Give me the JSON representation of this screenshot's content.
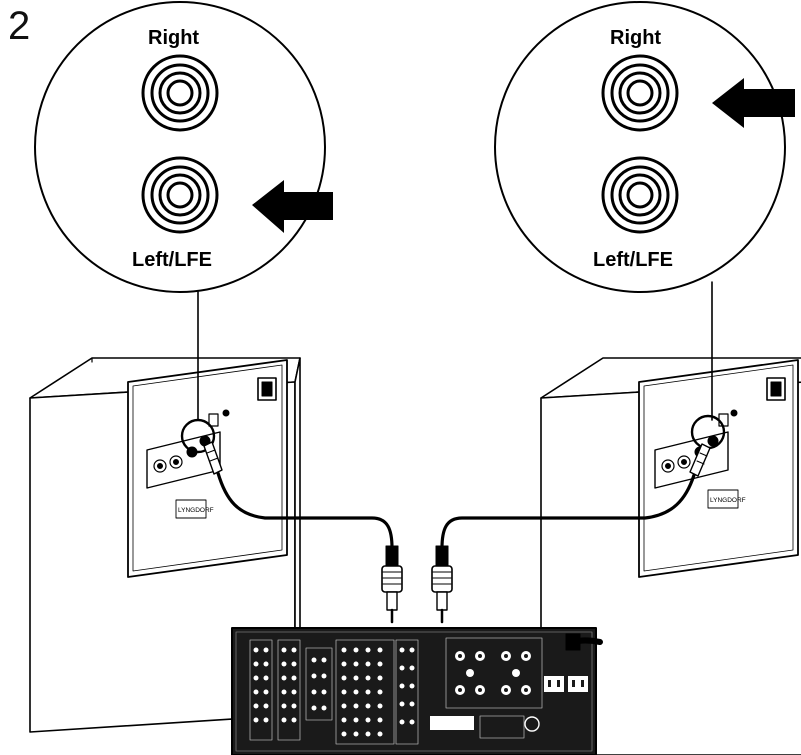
{
  "step_number": "2",
  "left_callout": {
    "top_label": "Right",
    "bottom_label": "Left/LFE"
  },
  "right_callout": {
    "top_label": "Right",
    "bottom_label": "Left/LFE"
  },
  "brand_logo": "LYNGDORF"
}
